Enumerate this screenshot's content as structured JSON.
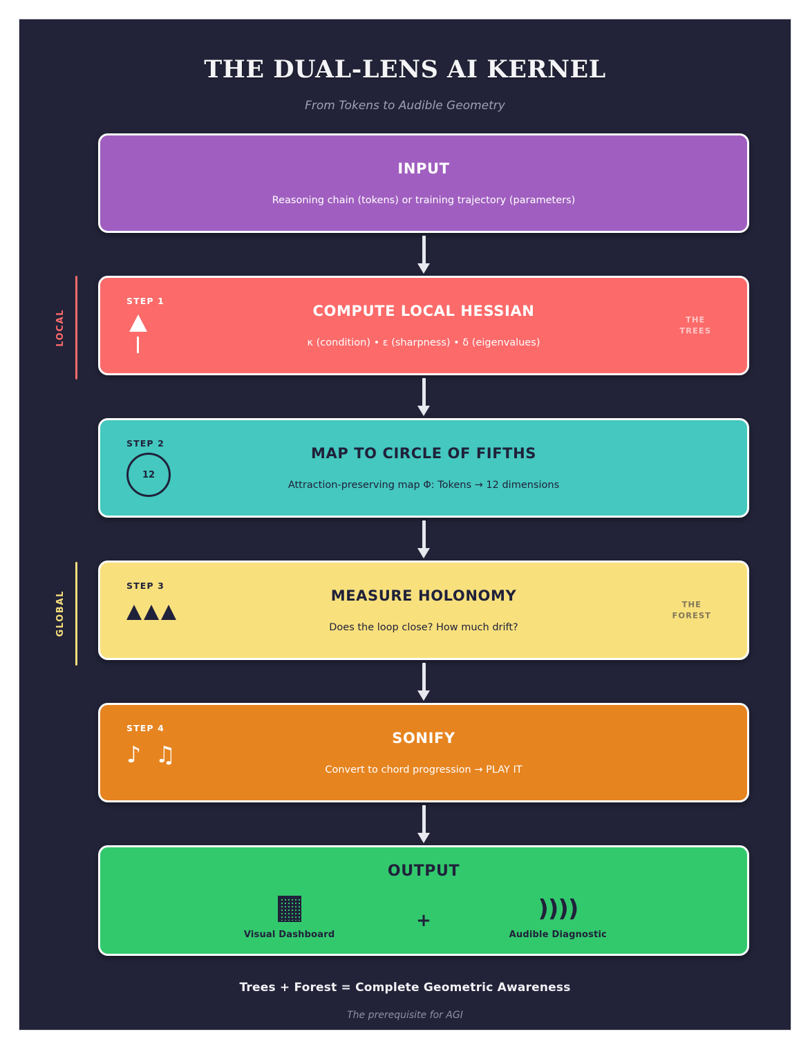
{
  "header": {
    "title": "THE DUAL-LENS AI KERNEL",
    "subtitle": "From Tokens to Audible Geometry"
  },
  "scopes": {
    "local": "LOCAL",
    "global": "GLOBAL"
  },
  "nodes": {
    "input": {
      "title": "INPUT",
      "subtitle": "Reasoning chain (tokens) or training trajectory (parameters)",
      "color": "#a05fc0"
    },
    "step1": {
      "tag": "STEP 1",
      "title": "COMPUTE LOCAL HESSIAN",
      "subtitle": "κ (condition)  •  ε (sharpness)  •  δ (eigenvalues)",
      "badge": "THE\nTREES",
      "badge_line1": "THE",
      "badge_line2": "TREES",
      "icon": "single-tree-icon",
      "color": "#fc6a6a"
    },
    "step2": {
      "tag": "STEP 2",
      "title": "MAP TO CIRCLE OF FIFTHS",
      "subtitle": "Attraction-preserving map Φ: Tokens → 12 dimensions",
      "icon": "circle-twelve-icon",
      "icon_label": "12",
      "color": "#44c8bf"
    },
    "step3": {
      "tag": "STEP 3",
      "title": "MEASURE HOLONOMY",
      "subtitle": "Does the loop close? How much drift?",
      "badge_line1": "THE",
      "badge_line2": "FOREST",
      "icon": "three-trees-icon",
      "color": "#f8e07d"
    },
    "step4": {
      "tag": "STEP 4",
      "title": "SONIFY",
      "subtitle": "Convert to chord progression → PLAY IT",
      "icon": "music-notes-icon",
      "icon_glyph": "♪ ♫",
      "color": "#e68420"
    },
    "output": {
      "title": "OUTPUT",
      "left": {
        "icon": "grid-dashboard-icon",
        "caption": "Visual Dashboard"
      },
      "connector": "+",
      "right": {
        "icon": "sound-waves-icon",
        "glyph": "))))",
        "caption": "Audible Diagnostic"
      },
      "color": "#32c96d"
    }
  },
  "footer": {
    "main": "Trees + Forest = Complete Geometric Awareness",
    "sub": "The prerequisite for AGI"
  },
  "theme": {
    "background": "#222338",
    "page": "#ffffff",
    "dark_text": "#20213a",
    "light_text": "#ffffff",
    "arrow": "#e8e8ef"
  }
}
